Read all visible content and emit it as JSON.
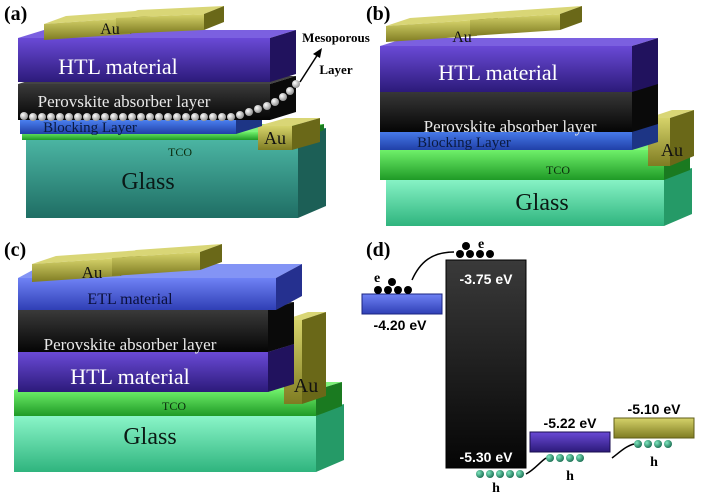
{
  "panels": {
    "a": {
      "label": "(a)",
      "au_top": "Au",
      "htl": "HTL material",
      "perovskite": "Perovskite absorber layer",
      "blocking": "Blocking Layer",
      "tco": "TCO",
      "glass": "Glass",
      "au_side": "Au",
      "mesoporous_line1": "Mesoporous",
      "mesoporous_line2": "Layer"
    },
    "b": {
      "label": "(b)",
      "au_top": "Au",
      "htl": "HTL material",
      "perovskite": "Perovskite absorber layer",
      "blocking": "Blocking Layer",
      "tco": "TCO",
      "glass": "Glass",
      "au_side": "Au"
    },
    "c": {
      "label": "(c)",
      "au_top": "Au",
      "etl": "ETL material",
      "perovskite": "Perovskite absorber layer",
      "htl": "HTL material",
      "tco": "TCO",
      "glass": "Glass",
      "au_side": "Au"
    },
    "d": {
      "label": "(d)",
      "etl_level": "-4.20 eV",
      "pero_cb": "-3.75 eV",
      "pero_vb": "-5.30 eV",
      "htl_level": "-5.22 eV",
      "au_level": "-5.10 eV",
      "electron": "e",
      "hole": "h"
    }
  },
  "colors": {
    "au": "#a9a63a",
    "htl": "#4b2aa6",
    "perovskite": "#151515",
    "blocking": "#2f5fd6",
    "tco": "#32c53a",
    "glass_a": "#2f9d8e",
    "glass_b": "#4fe0a6",
    "etl_c": "#4a5be6"
  }
}
